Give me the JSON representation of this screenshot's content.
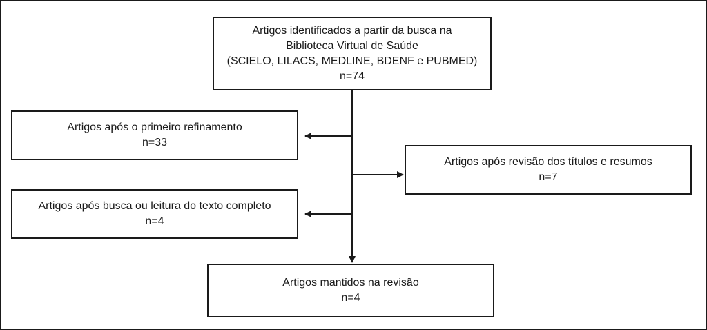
{
  "boxes": {
    "identified": {
      "line1": "Artigos identificados a partir da busca na",
      "line2": "Biblioteca Virtual de Saúde",
      "line3": "(SCIELO, LILACS, MEDLINE, BDENF e PUBMED)",
      "count": "n=74"
    },
    "first_refinement": {
      "label": "Artigos após o primeiro refinamento",
      "count": "n=33"
    },
    "title_abstract_review": {
      "label": "Artigos após revisão dos títulos e resumos",
      "count": "n=7"
    },
    "full_text": {
      "label": "Artigos após busca ou leitura do texto completo",
      "count": "n=4"
    },
    "retained": {
      "label": "Artigos mantidos na revisão",
      "count": "n=4"
    }
  }
}
